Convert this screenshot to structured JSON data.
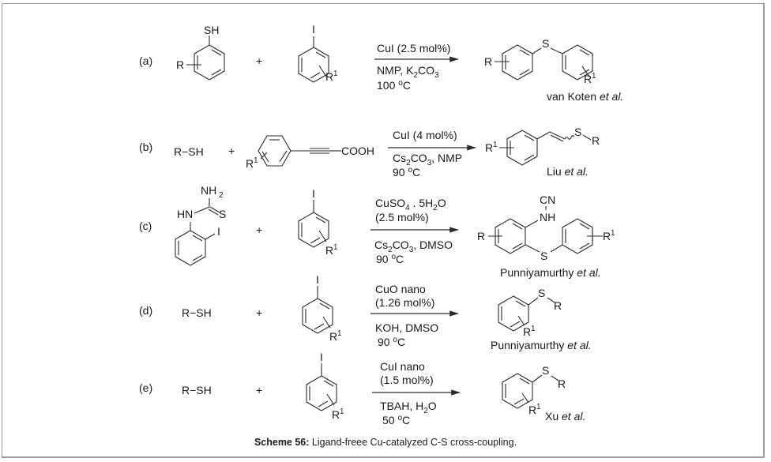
{
  "figure": {
    "caption_label": "Scheme 56:",
    "caption_text": " Ligand-freee Cu-catalyzed C-S cross-coupling."
  },
  "reactions": [
    {
      "label": "(a)",
      "reactant1": {
        "type": "aryl-thiol",
        "groups": [
          "SH",
          "R"
        ]
      },
      "plus": "+",
      "reactant2": {
        "type": "aryl-iodide",
        "groups": [
          "I",
          "R",
          "1"
        ]
      },
      "conditions_above": [
        "CuI (2.5 mol%)"
      ],
      "conditions_below": [
        "NMP, K",
        "2",
        "CO",
        "3",
        "100 ",
        "o",
        "C"
      ],
      "product": {
        "type": "diaryl-sulfide",
        "groups": [
          "S",
          "R",
          "R",
          "1"
        ]
      },
      "reference": {
        "authors": "van Koten ",
        "etal": "et al."
      }
    },
    {
      "label": "(b)",
      "reactant1": {
        "text": "R−SH"
      },
      "plus": "+",
      "reactant2": {
        "type": "aryl-propiolic-acid",
        "groups": [
          "COOH",
          "R",
          "1"
        ]
      },
      "conditions_above": [
        "CuI (4 mol%)"
      ],
      "conditions_below": [
        "Cs",
        "2",
        "CO",
        "3",
        ", NMP",
        "90 ",
        "o",
        "C"
      ],
      "product": {
        "type": "vinyl-sulfide",
        "groups": [
          "S",
          "R",
          "R",
          "1"
        ]
      },
      "reference": {
        "authors": "Liu ",
        "etal": "et al."
      }
    },
    {
      "label": "(c)",
      "reactant1": {
        "type": "2-iodophenyl-thiourea",
        "groups": [
          "NH",
          "2",
          "HN",
          "S",
          "I"
        ]
      },
      "plus": "+",
      "reactant2": {
        "type": "aryl-iodide",
        "groups": [
          "I",
          "R",
          "1"
        ]
      },
      "conditions_above": [
        "CuSO",
        "4",
        " . 5H",
        "2",
        "O",
        "(2.5 mol%)"
      ],
      "conditions_below": [
        "Cs",
        "2",
        "CO",
        "3",
        ", DMSO",
        "90 ",
        "o",
        "C"
      ],
      "product": {
        "type": "cyanamide-diaryl-sulfide",
        "groups": [
          "CN",
          "NH",
          "S",
          "R",
          "R",
          "1"
        ]
      },
      "reference": {
        "authors": "Punniyamurthy ",
        "etal": "et al."
      }
    },
    {
      "label": "(d)",
      "reactant1": {
        "text": "R−SH"
      },
      "plus": "+",
      "reactant2": {
        "type": "aryl-iodide",
        "groups": [
          "I",
          "R",
          "1"
        ]
      },
      "conditions_above": [
        "CuO nano",
        "(1.26 mol%)"
      ],
      "conditions_below": [
        "KOH, DMSO",
        "90 ",
        "o",
        "C"
      ],
      "product": {
        "type": "aryl-alkyl-sulfide",
        "groups": [
          "S",
          "R",
          "R",
          "1"
        ]
      },
      "reference": {
        "authors": "Punniyamurthy ",
        "etal": "et al."
      }
    },
    {
      "label": "(e)",
      "reactant1": {
        "text": "R−SH"
      },
      "plus": "+",
      "reactant2": {
        "type": "aryl-iodide",
        "groups": [
          "I",
          "R",
          "1"
        ]
      },
      "conditions_above": [
        "CuI nano",
        "(1.5 mol%)"
      ],
      "conditions_below": [
        "TBAH, H",
        "2",
        "O",
        "50 ",
        "o",
        "C"
      ],
      "product": {
        "type": "aryl-alkyl-sulfide",
        "groups": [
          "S",
          "R",
          "R",
          "1"
        ]
      },
      "reference": {
        "authors": "Xu ",
        "etal": "et al."
      }
    }
  ]
}
